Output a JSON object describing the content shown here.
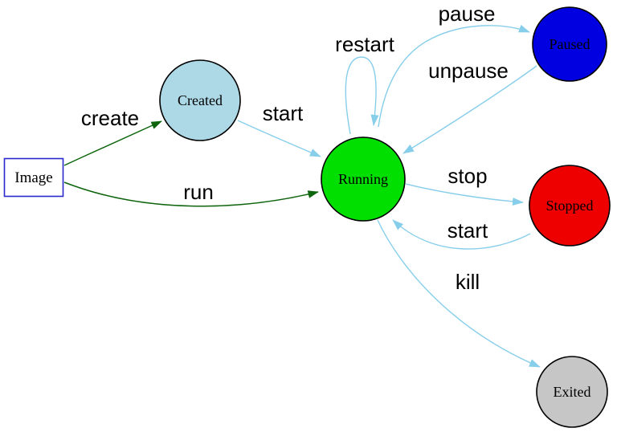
{
  "colors": {
    "transition_edge": "#87ceeb",
    "action_edge": "#0e650e",
    "image_border": "#2929cc",
    "node_border": "#000000",
    "label_text": "#000000",
    "background": "#ffffff"
  },
  "nodes": {
    "image": {
      "label": "Image",
      "fill": "#ffffff"
    },
    "created": {
      "label": "Created",
      "fill": "#add8e6"
    },
    "running": {
      "label": "Running",
      "fill": "#00df00"
    },
    "paused": {
      "label": "Paused",
      "fill": "#0000e0"
    },
    "stopped": {
      "label": "Stopped",
      "fill": "#ee0000"
    },
    "exited": {
      "label": "Exited",
      "fill": "#c6c6c6"
    }
  },
  "edges": {
    "create": {
      "label": "create",
      "from": "Image",
      "to": "Created"
    },
    "run": {
      "label": "run",
      "from": "Image",
      "to": "Running"
    },
    "start_created_running": {
      "label": "start",
      "from": "Created",
      "to": "Running"
    },
    "restart": {
      "label": "restart",
      "from": "Running",
      "to": "Running"
    },
    "pause": {
      "label": "pause",
      "from": "Running",
      "to": "Paused"
    },
    "unpause": {
      "label": "unpause",
      "from": "Paused",
      "to": "Running"
    },
    "stop": {
      "label": "stop",
      "from": "Running",
      "to": "Stopped"
    },
    "start_stopped_running": {
      "label": "start",
      "from": "Stopped",
      "to": "Running"
    },
    "kill": {
      "label": "kill",
      "from": "Running",
      "to": "Exited"
    }
  }
}
